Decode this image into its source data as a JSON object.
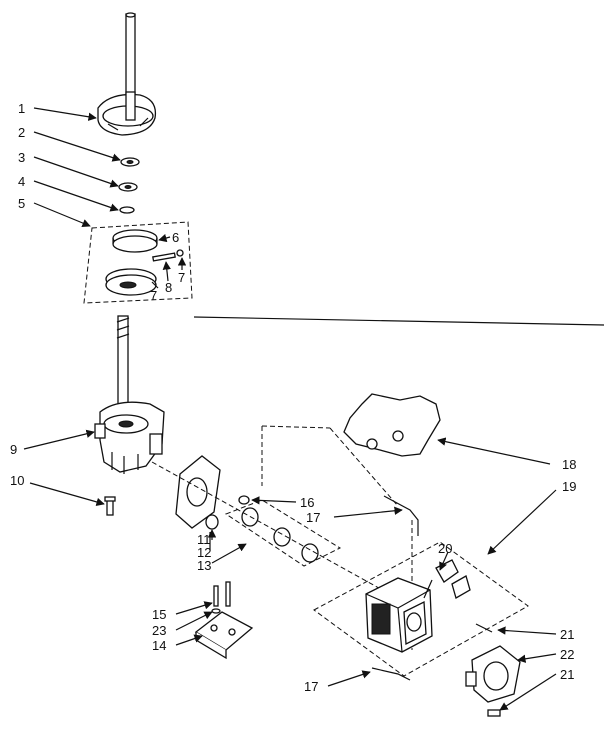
{
  "callouts": {
    "c1": "1",
    "c2": "2",
    "c3": "3",
    "c4": "4",
    "c5": "5",
    "c6": "6",
    "c7a": "7",
    "c8": "8",
    "c7b": "7",
    "c9": "9",
    "c10": "10",
    "c11": "11",
    "c12": "12",
    "c13": "13",
    "c14": "14",
    "c15": "15",
    "c16": "16",
    "c17a": "17",
    "c17b": "17",
    "c18": "18",
    "c19": "19",
    "c20": "20",
    "c21a": "21",
    "c22": "22",
    "c21b": "21",
    "c23": "23"
  }
}
